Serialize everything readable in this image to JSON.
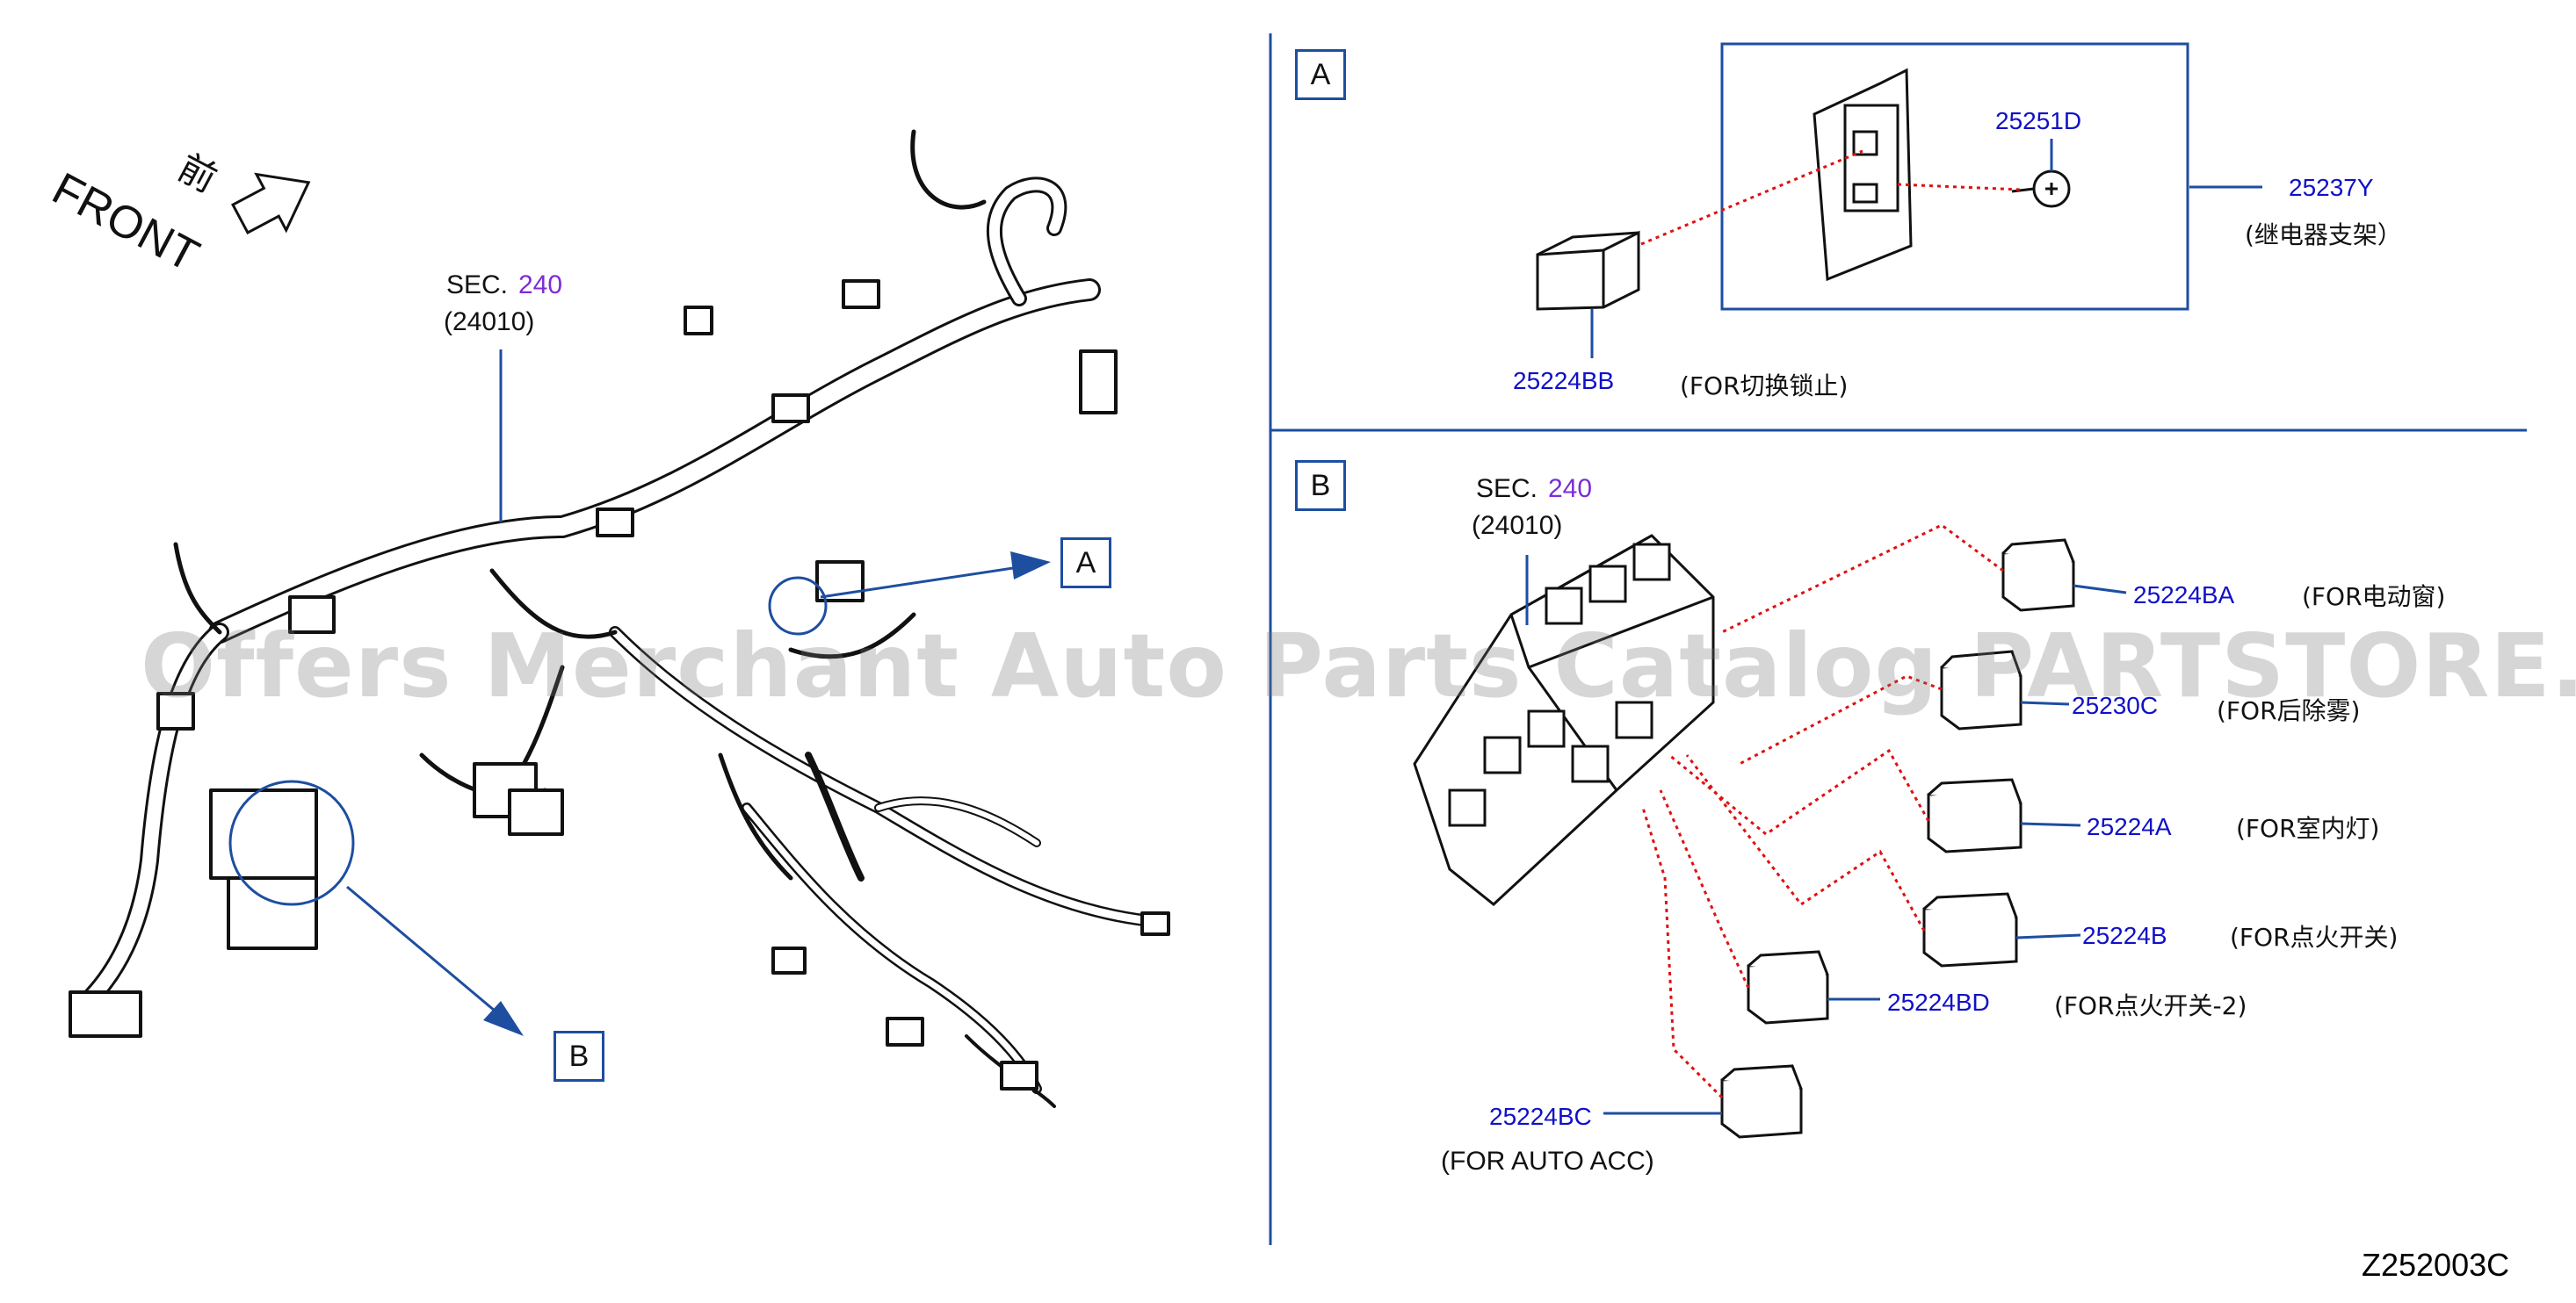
{
  "front_arrow": {
    "text": "FRONT",
    "cn": "前"
  },
  "main_harness": {
    "sec_label": "SEC.",
    "sec_number": "240",
    "part_no": "(24010)"
  },
  "callouts": {
    "a": "A",
    "b": "B"
  },
  "panel_a": {
    "label": "A",
    "bracket_part": "25237Y",
    "bracket_desc": "(继电器支架）",
    "screw_part": "25251D",
    "relay_part": "25224BB",
    "relay_desc": "(FOR切换锁止)"
  },
  "panel_b": {
    "label": "B",
    "sec_label": "SEC.",
    "sec_number": "240",
    "part_no": "(24010)",
    "relays": [
      {
        "part": "25224BA",
        "desc": "(FOR电动窗)"
      },
      {
        "part": "25230C",
        "desc": "(FOR后除雾)"
      },
      {
        "part": "25224A",
        "desc": "(FOR室内灯)"
      },
      {
        "part": "25224B",
        "desc": "(FOR点火开关)"
      },
      {
        "part": "25224BD",
        "desc": "(FOR点火开关-2)"
      },
      {
        "part": "25224BC",
        "desc": "(FOR   AUTO   ACC)"
      }
    ]
  },
  "drawing_code": "Z252003C",
  "watermark": "Offers Merchant Auto Parts Catalog PARTSTORE.SA",
  "colors": {
    "leader": "#1d4ea0",
    "part_number": "#1010c8",
    "sec_number": "#7d2bd6",
    "dotted": "#e01010"
  }
}
